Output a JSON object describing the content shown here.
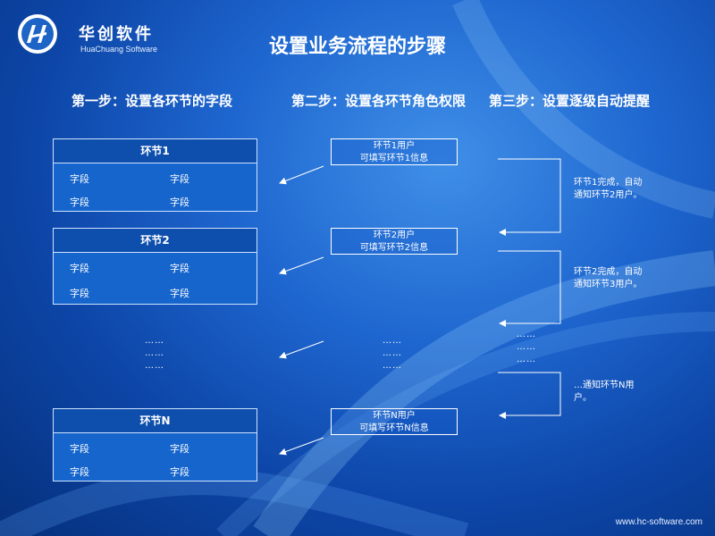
{
  "logo": {
    "brand_cn": "华创软件",
    "brand_en": "HuaChuang Software"
  },
  "title": "设置业务流程的步骤",
  "steps": [
    "第一步：设置各环节的字段",
    "第二步：设置各环节角色权限",
    "第三步：设置逐级自动提醒"
  ],
  "stages": [
    {
      "name": "环节1",
      "fields": [
        "字段",
        "字段",
        "字段",
        "字段"
      ]
    },
    {
      "name": "环节2",
      "fields": [
        "字段",
        "字段",
        "字段",
        "字段"
      ]
    },
    {
      "name": "环节N",
      "fields": [
        "字段",
        "字段",
        "字段",
        "字段"
      ]
    }
  ],
  "users": [
    {
      "line1": "环节1用户",
      "line2": "可填写环节1信息"
    },
    {
      "line1": "环节2用户",
      "line2": "可填写环节2信息"
    },
    {
      "line1": "环节N用户",
      "line2": "可填写环节N信息"
    }
  ],
  "ellipsis": "……",
  "notes": [
    {
      "line1": "环节1完成，自动",
      "line2": "通知环节2用户。"
    },
    {
      "line1": "环节2完成，自动",
      "line2": "通知环节3用户。"
    },
    {
      "line1": "…通知环节N用",
      "line2": "户。"
    }
  ],
  "footer_url": "www.hc-software.com"
}
